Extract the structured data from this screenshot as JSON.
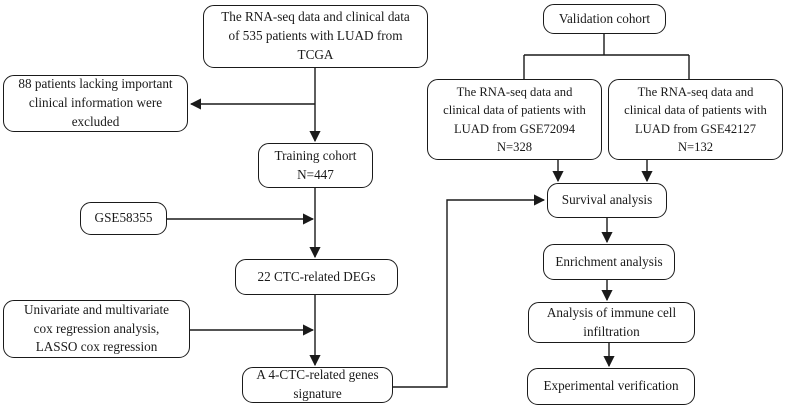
{
  "figure": {
    "type": "flowchart",
    "background_color": "#ffffff",
    "line_color": "#1a1a1a",
    "node_fill_color": "#ffffff",
    "node_border_color": "#1a1a1a",
    "nodes": {
      "tcga": "The RNA-seq data and clinical data\nof 535 patients with LUAD from\nTCGA",
      "validation_cohort": "Validation cohort",
      "excluded": "88 patients lacking important\nclinical information were\nexcluded",
      "gse72094": "The RNA-seq data and\nclinical data of patients with\nLUAD from GSE72094\nN=328",
      "gse42127": "The RNA-seq data and\nclinical data of patients with\nLUAD from GSE42127\nN=132",
      "training_cohort": "Training cohort\nN=447",
      "gse58355": "GSE58355",
      "survival": "Survival analysis",
      "degs": "22 CTC-related DEGs",
      "cox": "Univariate and multivariate\ncox regression analysis,\nLASSO cox regression",
      "enrichment": "Enrichment analysis",
      "immune": "Analysis of immune cell\ninfiltration",
      "signature": "A 4-CTC-related genes\nsignature",
      "experimental": "Experimental verification"
    }
  }
}
